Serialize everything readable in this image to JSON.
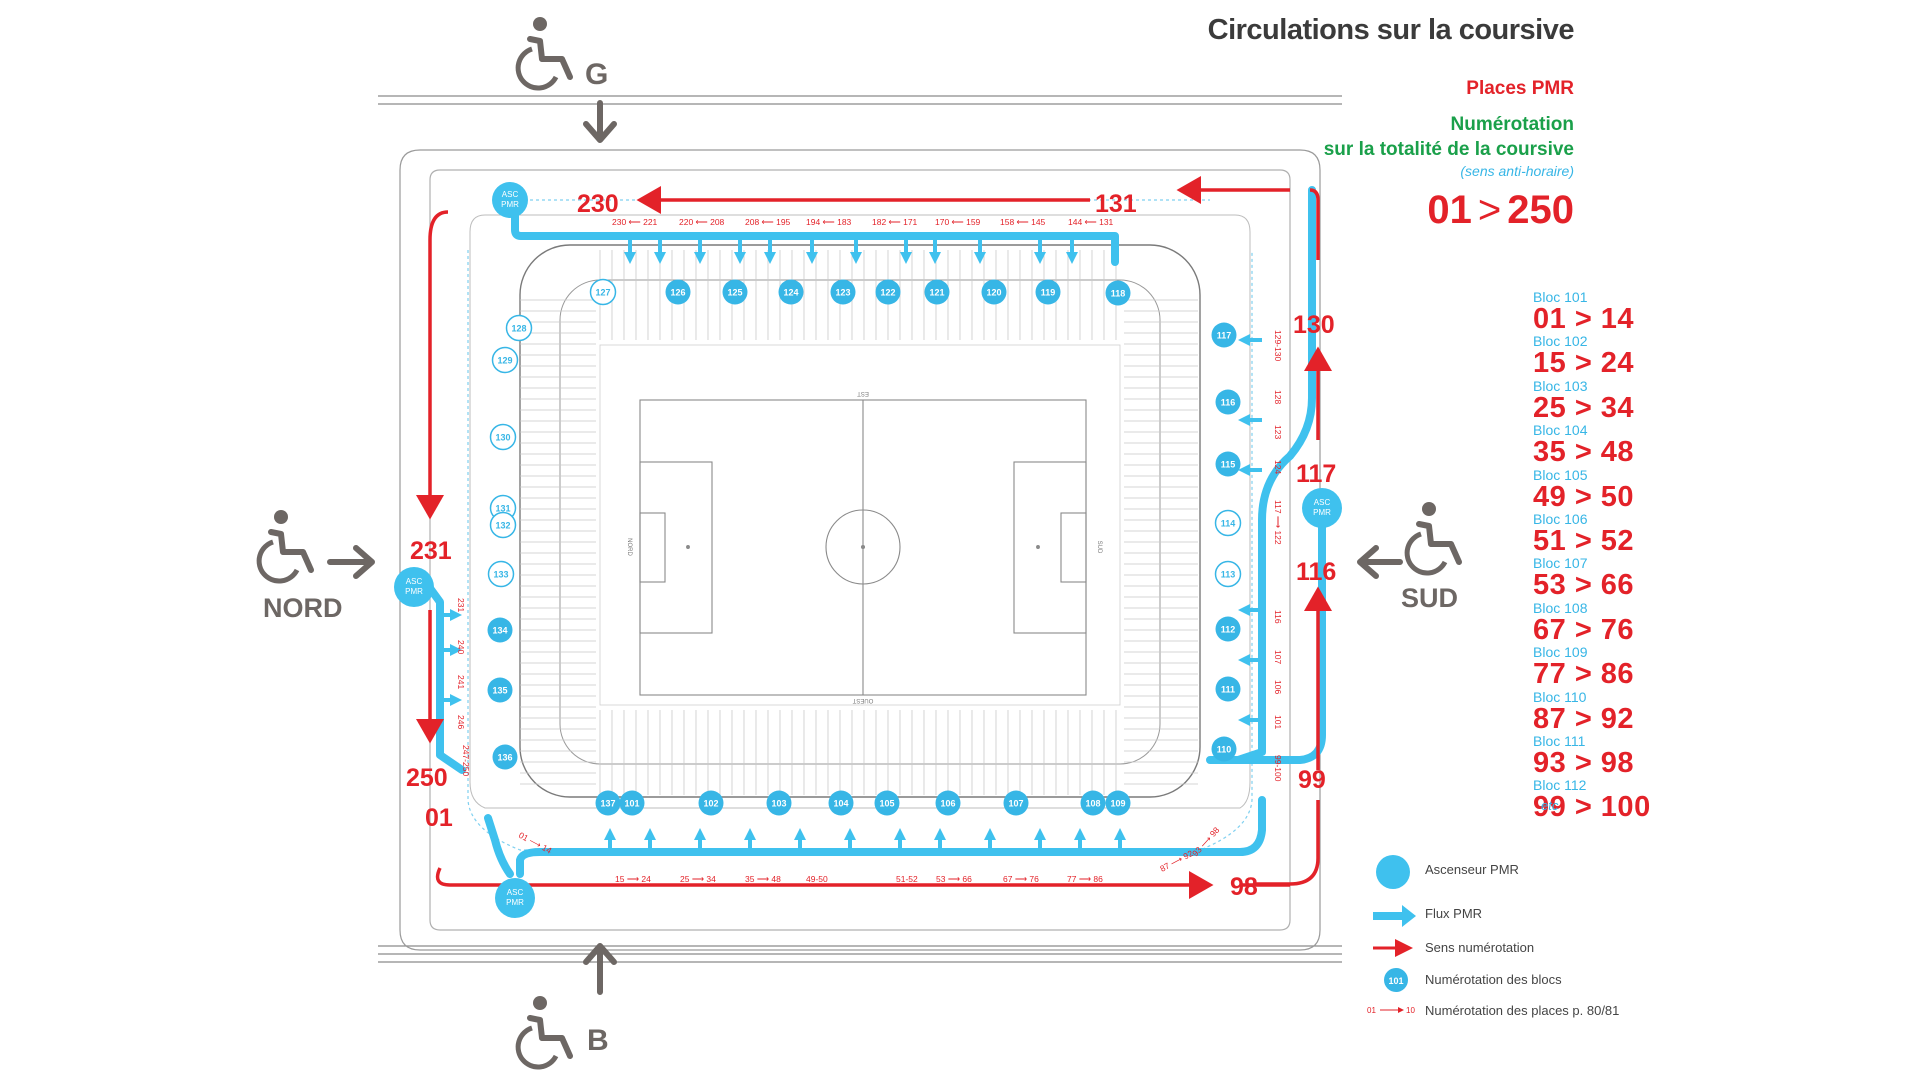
{
  "header": {
    "title": "Circulations sur la coursive",
    "pmr_places": "Places PMR",
    "numbering_line1": "Numérotation",
    "numbering_line2": "sur la totalité de la coursive",
    "direction_note": "(sens anti-horaire)",
    "range_from": "01",
    "range_sep": ">",
    "range_to": "250"
  },
  "colors": {
    "red": "#e32229",
    "blue": "#37b6e6",
    "green": "#1aa04a",
    "grey": "#6d6764"
  },
  "entrances": {
    "north": {
      "label": "NORD",
      "icon": "wheelchair-icon"
    },
    "south": {
      "label": "SUD",
      "icon": "wheelchair-icon"
    },
    "gate_g": {
      "label": "G",
      "icon": "wheelchair-icon"
    },
    "gate_b": {
      "label": "B",
      "icon": "wheelchair-icon"
    }
  },
  "elevator_label_line1": "ASC",
  "elevator_label_line2": "PMR",
  "corner_numbers": [
    "230",
    "131",
    "130",
    "117",
    "116",
    "99",
    "98",
    "01",
    "250",
    "231"
  ],
  "field_labels": {
    "top": "EST",
    "bottom": "OUEST",
    "left": "NORD",
    "right": "SUD"
  },
  "blocks_top": [
    "126",
    "125",
    "124",
    "123",
    "122",
    "121",
    "120",
    "119",
    "118"
  ],
  "blocks_bottom": [
    "137",
    "101",
    "102",
    "103",
    "104",
    "105",
    "106",
    "107",
    "108",
    "109"
  ],
  "blocks_left": [
    "134",
    "135",
    "136"
  ],
  "blocks_right": [
    "117",
    "116",
    "115",
    "112",
    "111",
    "110"
  ],
  "blocks_outline_left": [
    "127",
    "128",
    "129",
    "130",
    "131",
    "132",
    "133"
  ],
  "blocks_outline_right": [
    "114",
    "113"
  ],
  "seat_ranges_top": [
    "230 ⟵ 221",
    "220 ⟵ 208",
    "208 ⟵ 195",
    "194 ⟵ 183",
    "182 ⟵ 171",
    "170 ⟵ 159",
    "158 ⟵ 145",
    "144 ⟵ 131"
  ],
  "seat_ranges_bottom": [
    "15 ⟶ 24",
    "25 ⟶ 34",
    "35 ⟶ 48",
    "49-50",
    "51-52",
    "53 ⟶ 66",
    "67 ⟶ 76",
    "77 ⟶ 86"
  ],
  "seat_ranges_bottom_diag_left": [
    "01 ⟶ 14"
  ],
  "seat_ranges_bottom_diag_right": [
    "87 ⟶ 92",
    "93 ⟶ 98"
  ],
  "seat_ranges_right": [
    "129-130",
    "128",
    "123",
    "124",
    "117 ⟶ 122",
    "116",
    "107",
    "106",
    "101",
    "99-100"
  ],
  "seat_ranges_left": [
    "231",
    "240",
    "241",
    "246",
    "247-250"
  ],
  "bloc_ranges": [
    {
      "label": "Bloc 101",
      "range": "01 > 14"
    },
    {
      "label": "Bloc 102",
      "range": "15 > 24"
    },
    {
      "label": "Bloc 103",
      "range": "25 > 34"
    },
    {
      "label": "Bloc 104",
      "range": "35 > 48"
    },
    {
      "label": "Bloc 105",
      "range": "49 > 50"
    },
    {
      "label": "Bloc 106",
      "range": "51 > 52"
    },
    {
      "label": "Bloc 107",
      "range": "53 > 66"
    },
    {
      "label": "Bloc 108",
      "range": "67 > 76"
    },
    {
      "label": "Bloc 109",
      "range": "77 > 86"
    },
    {
      "label": "Bloc 110",
      "range": "87 > 92"
    },
    {
      "label": "Bloc 111",
      "range": "93 > 98"
    },
    {
      "label": "Bloc 112",
      "range": "99 > 100"
    }
  ],
  "bloc_etc": "etc",
  "legend": [
    {
      "label": "Ascenseur PMR",
      "icon": "elevator-circle-icon"
    },
    {
      "label": "Flux PMR",
      "icon": "flow-arrow-icon"
    },
    {
      "label": "Sens numérotation",
      "icon": "direction-arrow-icon"
    },
    {
      "label": "Numérotation des blocs",
      "icon": "block-badge-icon",
      "badge": "101"
    },
    {
      "label": "Numérotation des places p. 80/81",
      "icon": "seat-range-icon",
      "sample_from": "01",
      "sample_to": "10"
    }
  ]
}
